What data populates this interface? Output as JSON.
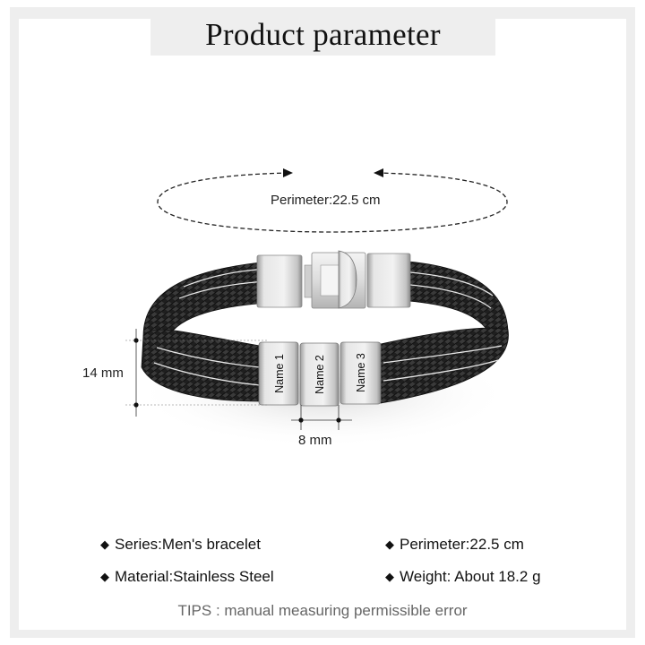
{
  "title": "Product parameter",
  "diagram": {
    "perimeter_label": "Perimeter:22.5 cm",
    "height_label": "14 mm",
    "width_label": "8 mm",
    "beads": [
      {
        "label": "Name 1"
      },
      {
        "label": "Name 2"
      },
      {
        "label": "Name 3"
      }
    ]
  },
  "specs": {
    "bullet": "◆",
    "items": [
      {
        "label": "Series:Men's bracelet"
      },
      {
        "label": "Perimeter:22.5 cm"
      },
      {
        "label": "Material:Stainless Steel"
      },
      {
        "label": "Weight: About 18.2 g"
      }
    ]
  },
  "tips": "TIPS : manual measuring permissible error",
  "colors": {
    "frame": "#eeeeee",
    "leather": "#1e1e1e",
    "steel": "#d8d8d8",
    "tips_text": "#666666"
  }
}
